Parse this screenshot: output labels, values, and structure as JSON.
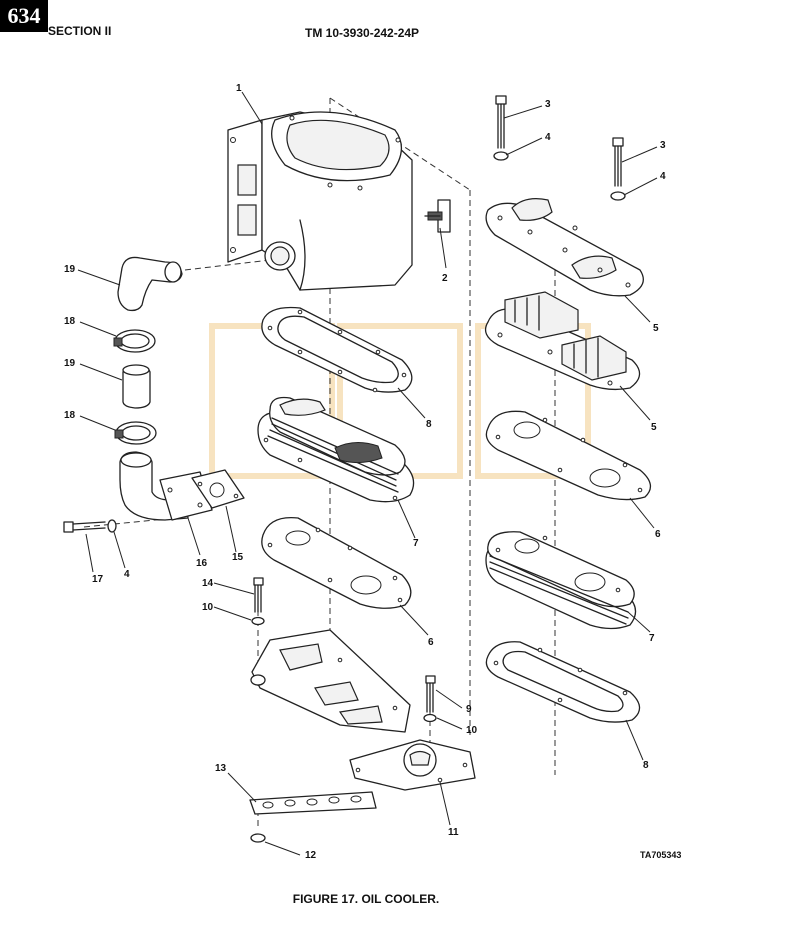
{
  "header": {
    "page_number": "634",
    "section": "SECTION II",
    "manual_id": "TM 10-3930-242-24P"
  },
  "figure": {
    "caption": "FIGURE 17. OIL COOLER.",
    "drawing_code": "TA705343"
  },
  "callouts": [
    {
      "id": "c1",
      "label": "1"
    },
    {
      "id": "c2",
      "label": "2"
    },
    {
      "id": "c3a",
      "label": "3"
    },
    {
      "id": "c4a",
      "label": "4"
    },
    {
      "id": "c3b",
      "label": "3"
    },
    {
      "id": "c4b",
      "label": "4"
    },
    {
      "id": "c5a",
      "label": "5"
    },
    {
      "id": "c5b",
      "label": "5"
    },
    {
      "id": "c6a",
      "label": "6"
    },
    {
      "id": "c7a",
      "label": "7"
    },
    {
      "id": "c8a",
      "label": "8"
    },
    {
      "id": "c7b",
      "label": "7"
    },
    {
      "id": "c6b",
      "label": "6"
    },
    {
      "id": "c8b",
      "label": "8"
    },
    {
      "id": "c19a",
      "label": "19"
    },
    {
      "id": "c18a",
      "label": "18"
    },
    {
      "id": "c19b",
      "label": "19"
    },
    {
      "id": "c18b",
      "label": "18"
    },
    {
      "id": "c16",
      "label": "16"
    },
    {
      "id": "c15",
      "label": "15"
    },
    {
      "id": "c17",
      "label": "17"
    },
    {
      "id": "c4c",
      "label": "4"
    },
    {
      "id": "c14",
      "label": "14"
    },
    {
      "id": "c10a",
      "label": "10"
    },
    {
      "id": "c9",
      "label": "9"
    },
    {
      "id": "c10b",
      "label": "10"
    },
    {
      "id": "c11",
      "label": "11"
    },
    {
      "id": "c13",
      "label": "13"
    },
    {
      "id": "c12",
      "label": "12"
    }
  ]
}
